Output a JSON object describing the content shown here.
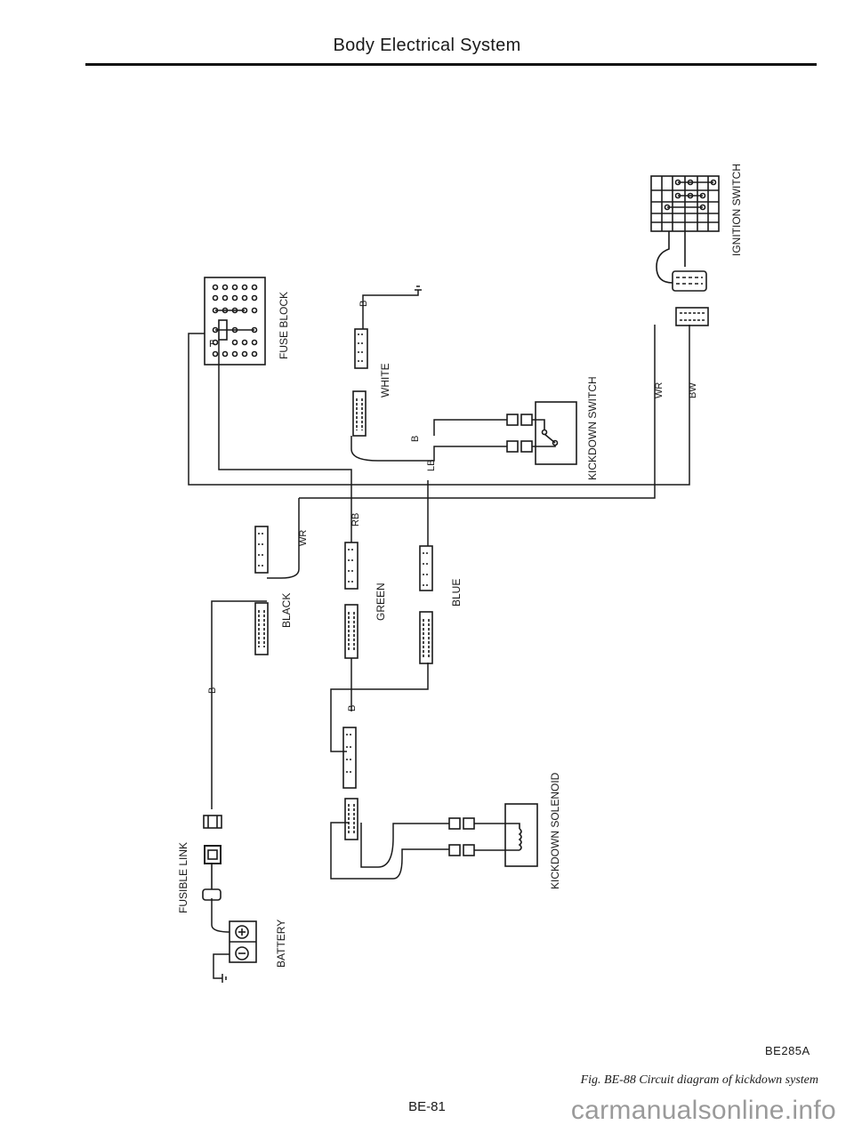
{
  "header": {
    "title": "Body Electrical System"
  },
  "components": {
    "ignition_switch": "IGNITION SWITCH",
    "fuse_block": "FUSE BLOCK",
    "kickdown_switch": "KICKDOWN SWITCH",
    "kickdown_solenoid": "KICKDOWN SOLENOID",
    "fusible_link": "FUSIBLE LINK",
    "battery": "BATTERY"
  },
  "connectors": {
    "white": "WHITE",
    "black": "BLACK",
    "green": "GREEN",
    "blue": "BLUE"
  },
  "wires": {
    "b": "B",
    "lb": "LB",
    "rb": "RB",
    "wr": "WR",
    "bw": "BW"
  },
  "fuse_label": "F",
  "footer": {
    "figure_code": "BE285A",
    "caption": "Fig. BE-88  Circuit diagram of kickdown system",
    "page_number": "BE-81",
    "watermark": "carmanualsonline.info"
  },
  "colors": {
    "ink": "#1a1a1a",
    "watermark": "#9a9a9a",
    "paper": "#ffffff"
  }
}
